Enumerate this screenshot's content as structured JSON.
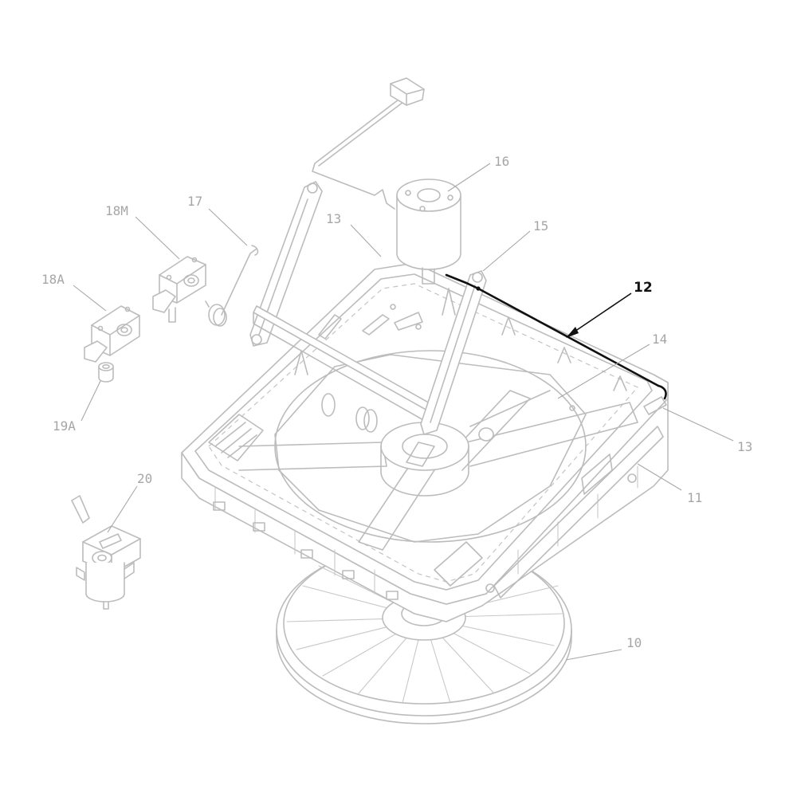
{
  "callouts": {
    "c10": "10",
    "c11": "11",
    "c12": "12",
    "c13a": "13",
    "c13b": "13",
    "c14": "14",
    "c15": "15",
    "c16": "16",
    "c17": "17",
    "c18m": "18M",
    "c18a": "18A",
    "c19a": "19A",
    "c20": "20"
  },
  "highlighted_part": "12",
  "colors": {
    "line_art": "#bcbcbc",
    "callout_text": "#a6a6a6",
    "highlight": "#111111",
    "background": "#ffffff"
  }
}
